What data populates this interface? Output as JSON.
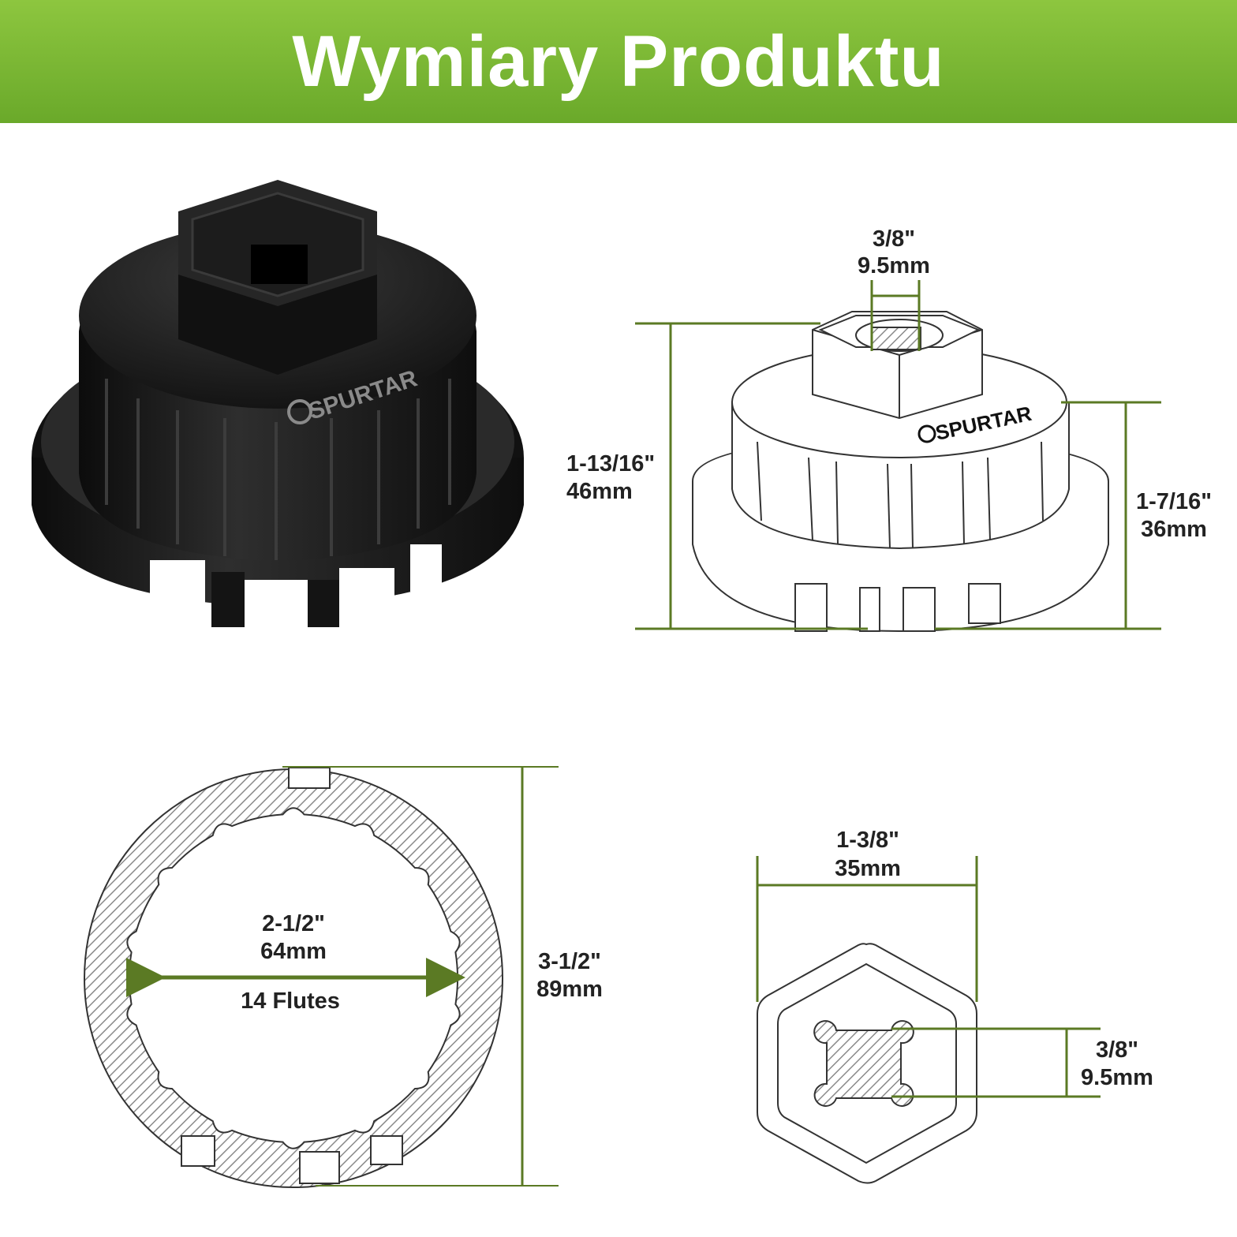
{
  "header": {
    "title": "Wymiary Produktu"
  },
  "brand": {
    "name": "SPURTAR"
  },
  "dimensions": {
    "drive_top": {
      "imperial": "3/8\"",
      "metric": "9.5mm"
    },
    "total_height": {
      "imperial": "1-13/16\"",
      "metric": "46mm"
    },
    "body_height": {
      "imperial": "1-7/16\"",
      "metric": "36mm"
    },
    "inner_diameter": {
      "imperial": "2-1/2\"",
      "metric": "64mm",
      "note": "14 Flutes"
    },
    "outer_diameter": {
      "imperial": "3-1/2\"",
      "metric": "89mm"
    },
    "hex_width": {
      "imperial": "1-3/8\"",
      "metric": "35mm"
    },
    "drive_bottom": {
      "imperial": "3/8\"",
      "metric": "9.5mm"
    }
  },
  "colors": {
    "banner": "#79b634",
    "dimension_line": "#5b7a24",
    "tool_body": "#1b1b1b"
  }
}
